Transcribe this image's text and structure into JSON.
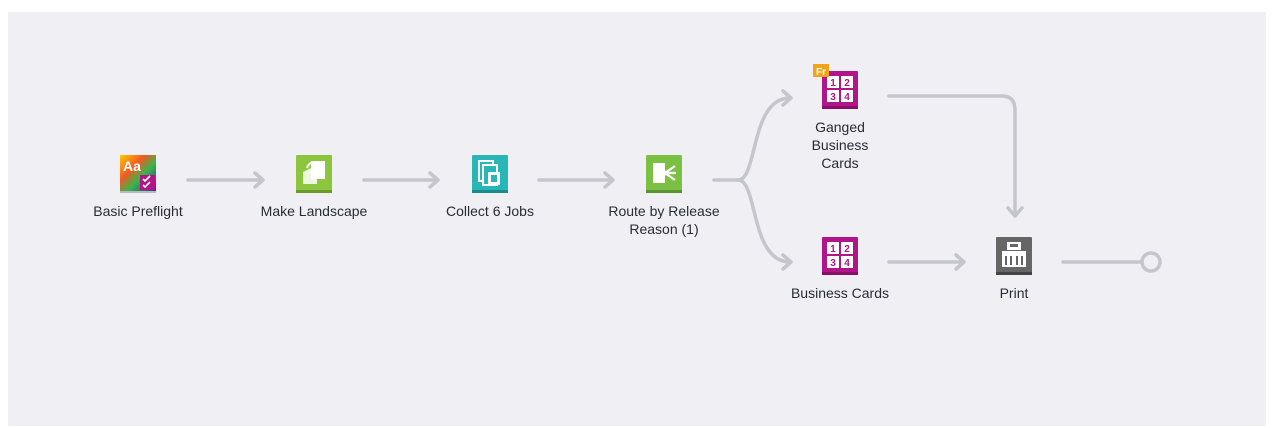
{
  "workflow": {
    "nodes": {
      "preflight": {
        "label": "Basic Preflight",
        "icon": "preflight-icon",
        "color": "#7030a0"
      },
      "landscape": {
        "label": "Make Landscape",
        "icon": "rotate-page-icon",
        "color": "#8cc63f"
      },
      "collect": {
        "label": "Collect 6 Jobs",
        "icon": "collect-jobs-icon",
        "color": "#29b6b6"
      },
      "route": {
        "label": "Route by Release Reason (1)",
        "icon": "route-icon",
        "color": "#7ac143"
      },
      "ganged": {
        "label": "Ganged Business Cards",
        "icon": "ganged-imposition-icon",
        "color": "#b0168a",
        "badge": "Fr",
        "badge_color": "#f3a21b"
      },
      "business": {
        "label": "Business Cards",
        "icon": "imposition-icon",
        "color": "#b0168a"
      },
      "print": {
        "label": "Print",
        "icon": "printer-icon",
        "color": "#666666"
      }
    },
    "imposition_cells": [
      "1",
      "2",
      "3",
      "4"
    ],
    "connector_color": "#c5c5cc"
  }
}
